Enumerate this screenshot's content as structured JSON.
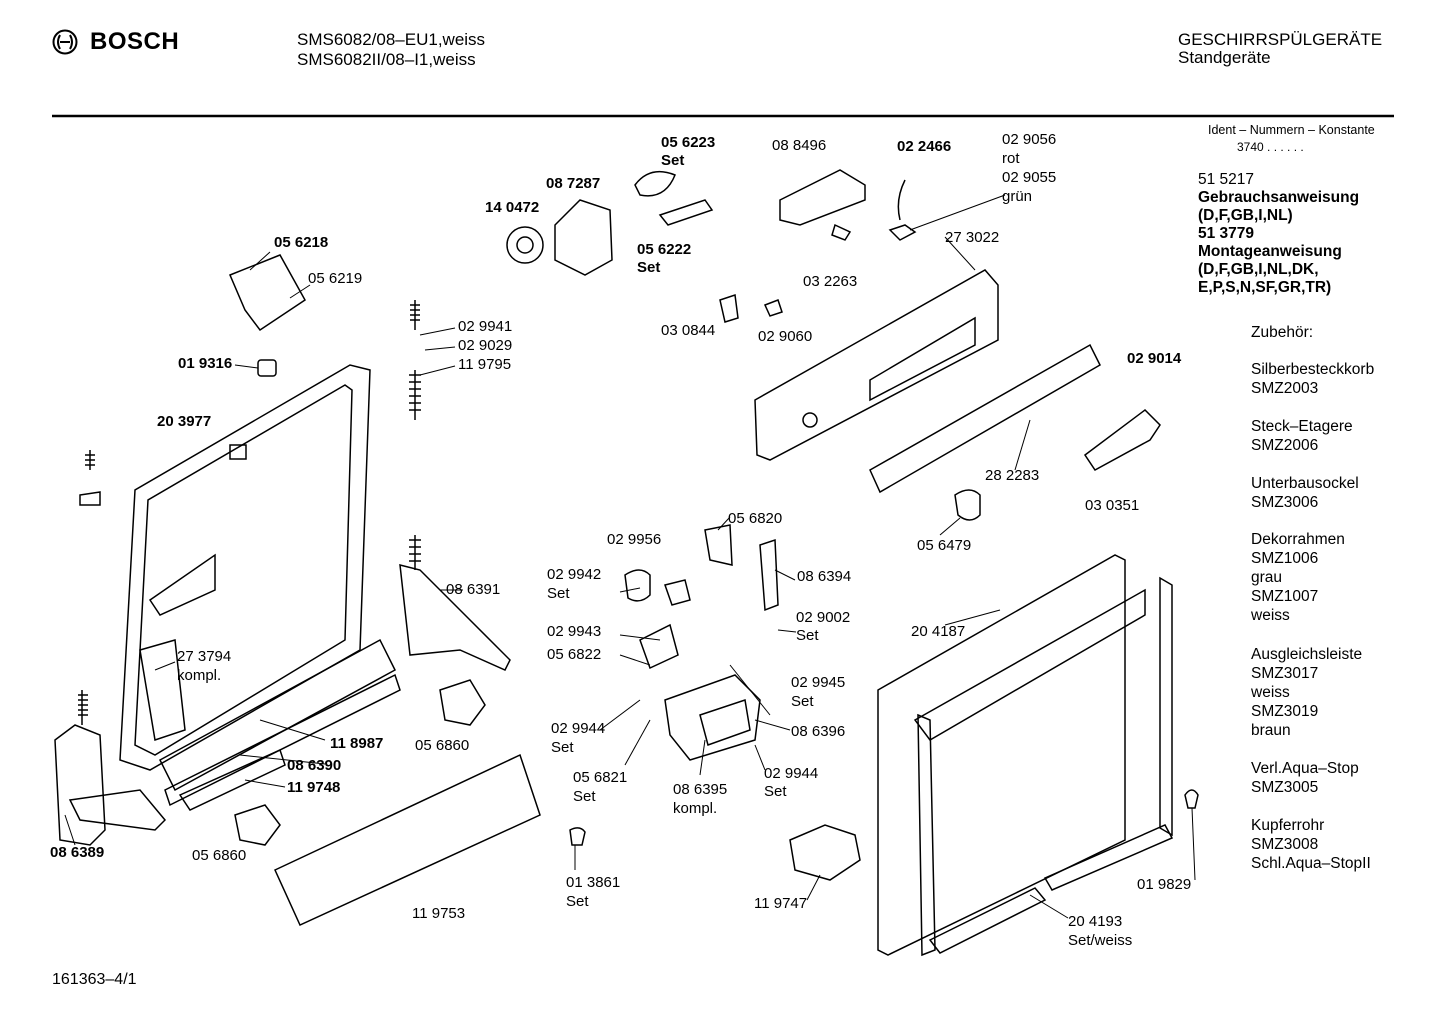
{
  "header": {
    "brand": "BOSCH",
    "model_line1": "SMS6082/08–EU1,weiss",
    "model_line2": "SMS6082II/08–I1,weiss",
    "category": "GESCHIRRSPÜLGERÄTE",
    "subcategory": "Standgeräte"
  },
  "ident": {
    "label": "Ident – Nummern – Konstante",
    "value": "3740  .  .  .  .  .  ."
  },
  "docs": {
    "doc1_number": "51 5217",
    "doc1_title": "Gebrauchsanweisung",
    "doc1_langs": "(D,F,GB,I,NL)",
    "doc2_number": "51 3779",
    "doc2_title": "Montageanweisung",
    "doc2_langs1": "(D,F,GB,I,NL,DK,",
    "doc2_langs2": "E,P,S,N,SF,GR,TR)"
  },
  "accessories": {
    "heading": "Zubehör:",
    "items": [
      "Silberbesteckkorb",
      "SMZ2003",
      "Steck–Etagere",
      "SMZ2006",
      "Unterbausockel",
      "SMZ3006",
      "Dekorrahmen",
      "SMZ1006",
      "grau",
      "SMZ1007",
      "weiss",
      "Ausgleichsleiste",
      "SMZ3017",
      "weiss",
      "SMZ3019",
      "braun",
      "Verl.Aqua–Stop",
      "SMZ3005",
      "Kupferrohr",
      "SMZ3008",
      "Schl.Aqua–StopII"
    ]
  },
  "parts": {
    "p056223": "05 6223",
    "p056223_set": "Set",
    "p088496": "08 8496",
    "p022466": "02 2466",
    "p029056": "02 9056",
    "p029056_c": "rot",
    "p029055": "02 9055",
    "p029055_c": "grün",
    "p087287": "08 7287",
    "p140472": "14 0472",
    "p056222": "05 6222",
    "p056222_set": "Set",
    "p273022": "27 3022",
    "p032263": "03 2263",
    "p056218": "05 6218",
    "p056219": "05 6219",
    "p030844": "03 0844",
    "p029060": "02 9060",
    "p029941": "02 9941",
    "p029029": "02 9029",
    "p119795": "11 9795",
    "p019316": "01 9316",
    "p029014": "02 9014",
    "p203977": "20 3977",
    "p282283": "28 2283",
    "p030351": "03 0351",
    "p056820": "05 6820",
    "p056479": "05 6479",
    "p029956": "02 9956",
    "p029942": "02 9942",
    "p029942_set": "Set",
    "p086391": "08 6391",
    "p086394": "08 6394",
    "p029002": "02 9002",
    "p029002_set": "Set",
    "p204187": "20 4187",
    "p029943": "02 9943",
    "p056822": "05 6822",
    "p273794": "27 3794",
    "p273794_k": "kompl.",
    "p029945": "02 9945",
    "p029945_set": "Set",
    "p029944a": "02 9944",
    "p029944a_set": "Set",
    "p086396": "08 6396",
    "p118987": "11 8987",
    "p056860a": "05 6860",
    "p086390": "08 6390",
    "p119748": "11 9748",
    "p056821": "05 6821",
    "p056821_set": "Set",
    "p086395": "08 6395",
    "p086395_k": "kompl.",
    "p029944b": "02 9944",
    "p029944b_set": "Set",
    "p086389": "08 6389",
    "p056860b": "05 6860",
    "p013861": "01 3861",
    "p013861_set": "Set",
    "p119753": "11 9753",
    "p119747": "11 9747",
    "p019829": "01 9829",
    "p204193": "20 4193",
    "p204193_set": "Set/weiss"
  },
  "footer": {
    "drawing_number": "161363–4/1"
  }
}
